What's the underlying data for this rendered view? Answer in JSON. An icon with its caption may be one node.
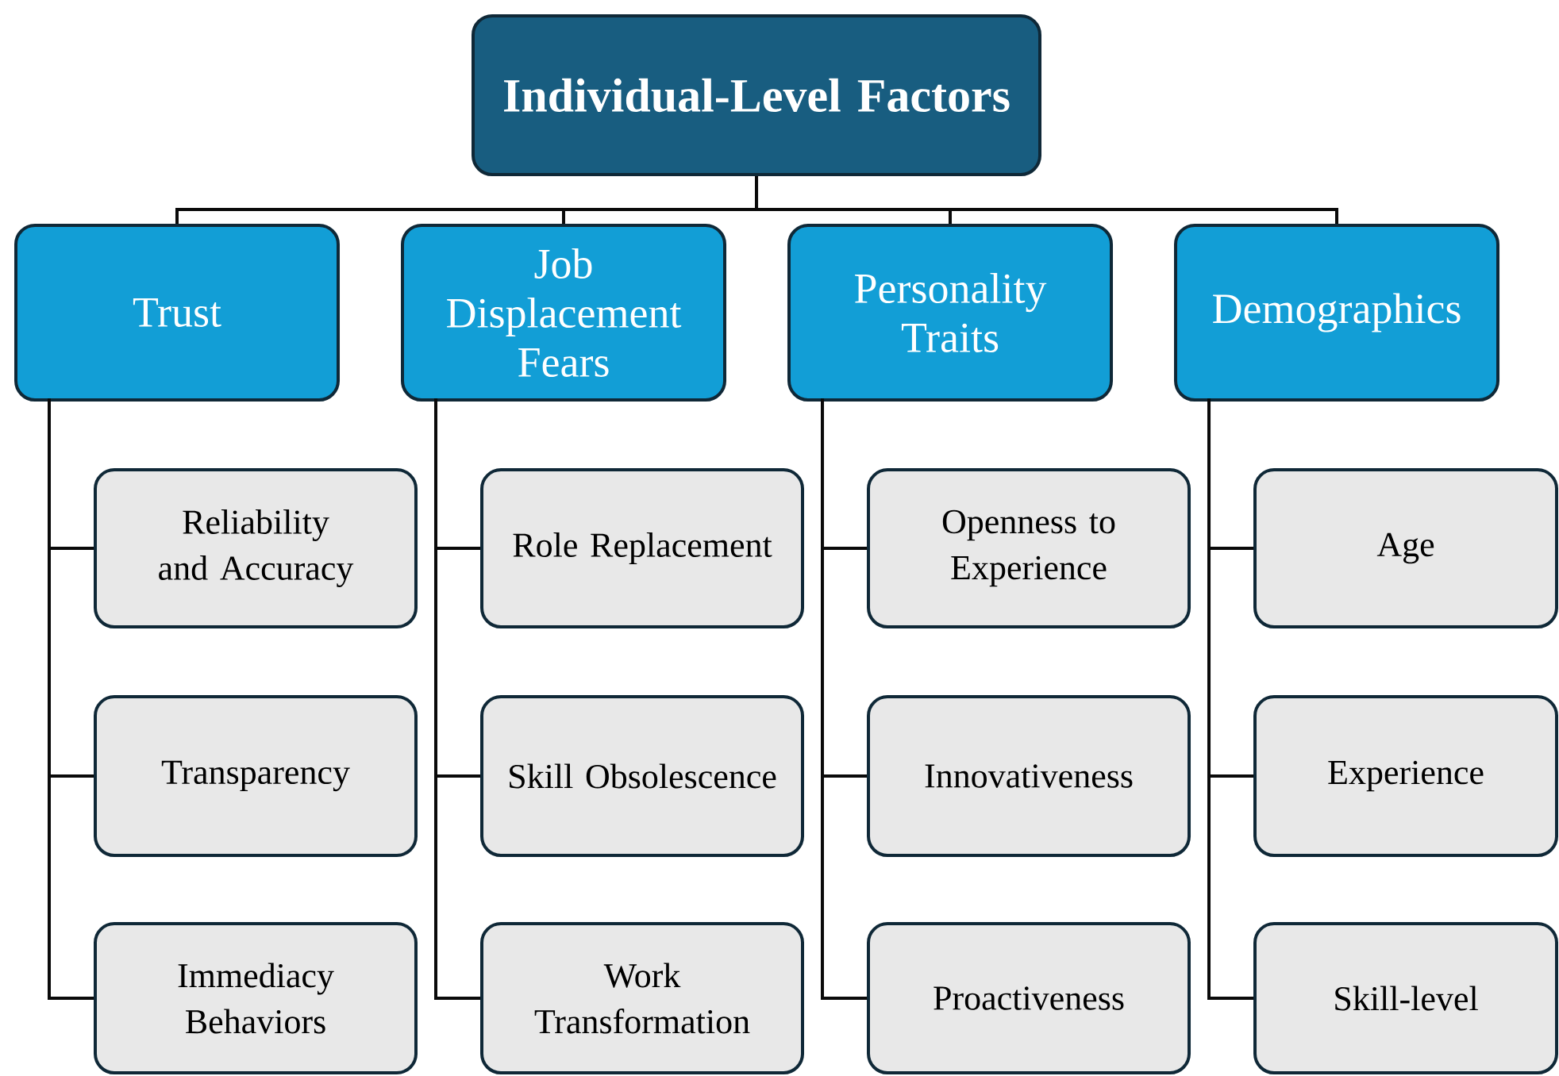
{
  "diagram": {
    "nodes": [
      {
        "text": [
          "Individual-Level Factors"
        ]
      },
      {
        "text": [
          "Trust"
        ]
      },
      {
        "text": [
          "Reliability and Accuracy"
        ]
      },
      {
        "text": [
          "Transparency"
        ]
      },
      {
        "text": [
          "Immediacy Behaviors"
        ]
      },
      {
        "text": [
          "Job Displacement Fears"
        ]
      },
      {
        "text": [
          "Role Replacement"
        ]
      },
      {
        "text": [
          "Skill Obsolescence"
        ]
      },
      {
        "text": [
          "Work Transformation"
        ]
      },
      {
        "text": [
          "Personality Traits"
        ]
      },
      {
        "text": [
          "Openness to Experience"
        ]
      },
      {
        "text": [
          "Innovativeness"
        ]
      },
      {
        "text": [
          "Proactiveness"
        ]
      },
      {
        "text": [
          "Demographics"
        ]
      },
      {
        "text": [
          "Age"
        ]
      },
      {
        "text": [
          "Experience"
        ]
      },
      {
        "text": [
          "Skill-level"
        ]
      }
    ],
    "edges": [
      {
        "from": 0,
        "to": 1,
        "arrow": "none"
      },
      {
        "from": 0,
        "to": 5,
        "arrow": "none"
      },
      {
        "from": 0,
        "to": 9,
        "arrow": "none"
      },
      {
        "from": 0,
        "to": 13,
        "arrow": "none"
      },
      {
        "from": 1,
        "to": 2,
        "arrow": "none"
      },
      {
        "from": 1,
        "to": 3,
        "arrow": "none"
      },
      {
        "from": 1,
        "to": 4,
        "arrow": "none"
      },
      {
        "from": 5,
        "to": 6,
        "arrow": "none"
      },
      {
        "from": 5,
        "to": 7,
        "arrow": "none"
      },
      {
        "from": 5,
        "to": 8,
        "arrow": "none"
      },
      {
        "from": 9,
        "to": 10,
        "arrow": "none"
      },
      {
        "from": 9,
        "to": 11,
        "arrow": "none"
      },
      {
        "from": 9,
        "to": 12,
        "arrow": "none"
      },
      {
        "from": 13,
        "to": 14,
        "arrow": "none"
      },
      {
        "from": 13,
        "to": 15,
        "arrow": "none"
      },
      {
        "from": 13,
        "to": 16,
        "arrow": "none"
      }
    ]
  }
}
